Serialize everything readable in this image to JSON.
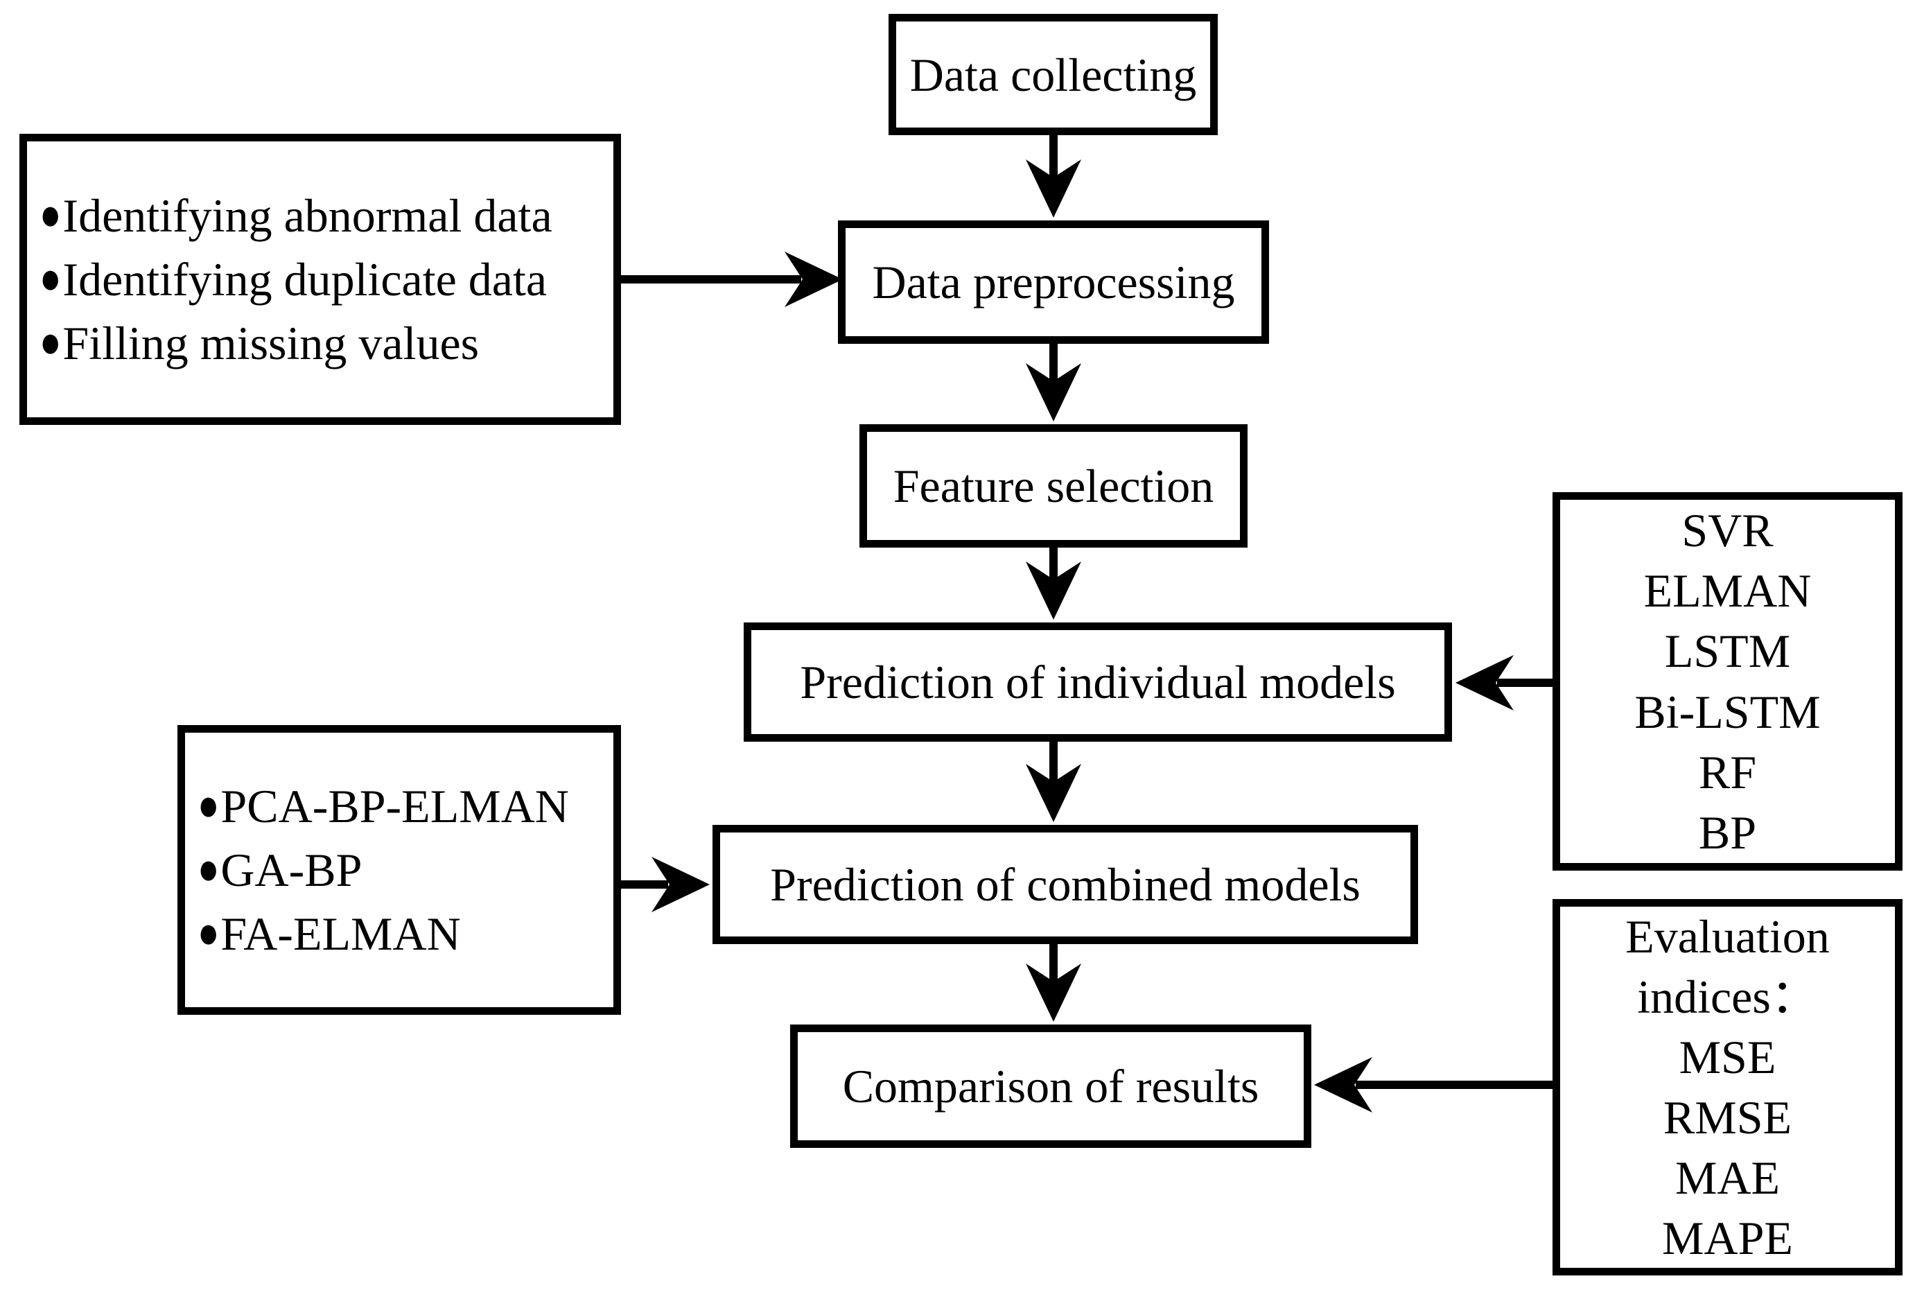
{
  "figure": {
    "background_color": "#ffffff",
    "line_color": "#000000",
    "flow": {
      "data_collecting": "Data collecting",
      "data_preprocessing": "Data preprocessing",
      "feature_selection": "Feature selection",
      "individual_models": "Prediction of individual models",
      "combined_models": "Prediction of combined models",
      "comparison": "Comparison of results"
    },
    "preprocessing_notes": {
      "bullet": "●",
      "items": [
        "Identifying abnormal data",
        "Identifying duplicate data",
        "Filling missing values"
      ]
    },
    "combined_notes": {
      "bullet": "●",
      "items": [
        "PCA-BP-ELMAN",
        "GA-BP",
        "FA-ELMAN"
      ]
    },
    "individual_model_list": [
      "SVR",
      "ELMAN",
      "LSTM",
      "Bi-LSTM",
      "RF",
      "BP"
    ],
    "evaluation": {
      "heading_line1": "Evaluation",
      "heading_line2": "indices：",
      "items": [
        "MSE",
        "RMSE",
        "MAE",
        "MAPE"
      ]
    }
  }
}
